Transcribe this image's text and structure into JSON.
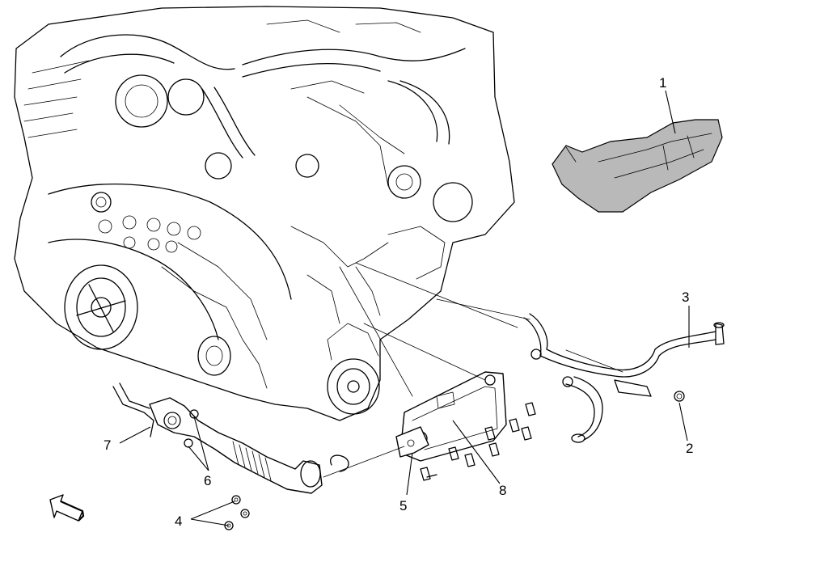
{
  "diagram": {
    "callouts": [
      {
        "id": "1",
        "label": "1"
      },
      {
        "id": "2",
        "label": "2"
      },
      {
        "id": "3",
        "label": "3"
      },
      {
        "id": "4",
        "label": "4"
      },
      {
        "id": "5",
        "label": "5"
      },
      {
        "id": "6",
        "label": "6"
      },
      {
        "id": "7",
        "label": "7"
      },
      {
        "id": "8",
        "label": "8"
      }
    ],
    "icons": {
      "front_arrow": "front-direction-arrow-icon"
    }
  }
}
